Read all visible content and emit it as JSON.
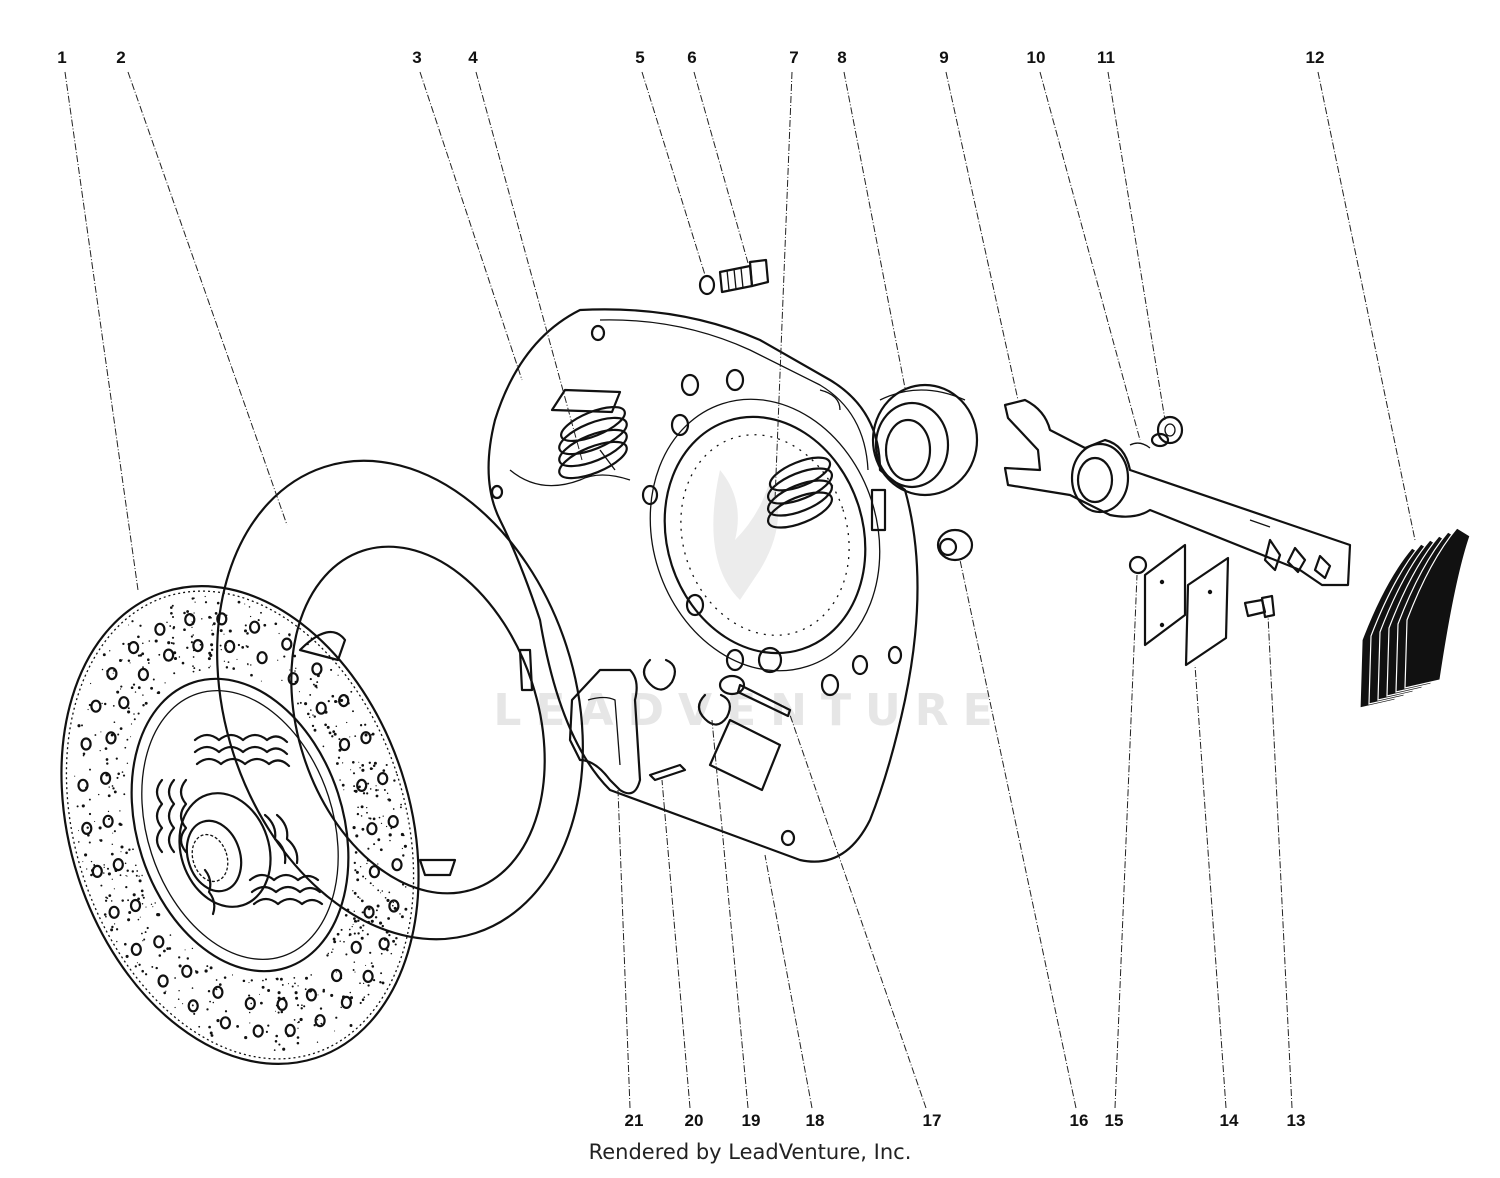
{
  "diagram": {
    "callouts": [
      "1",
      "2",
      "3",
      "4",
      "5",
      "6",
      "7",
      "8",
      "9",
      "10",
      "11",
      "12",
      "13",
      "14",
      "15",
      "16",
      "17",
      "18",
      "19",
      "20",
      "21"
    ],
    "watermark": "LEADVENTURE",
    "credit": "Rendered by LeadVenture, Inc."
  }
}
